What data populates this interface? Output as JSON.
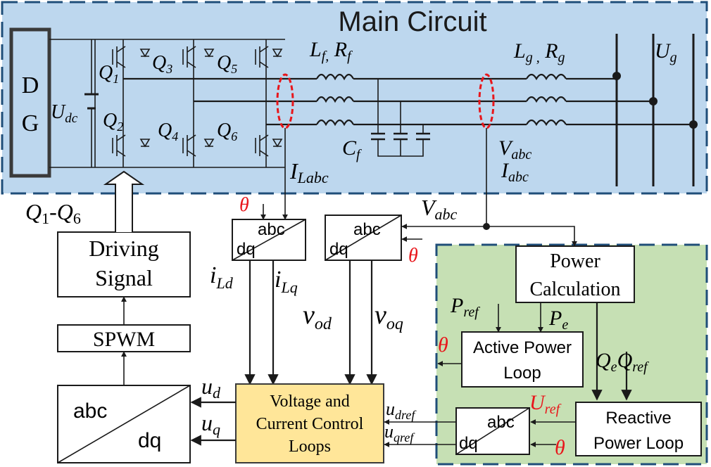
{
  "main_circuit": {
    "title": "Main Circuit",
    "dg_label_line1": "D",
    "dg_label_line2": "G",
    "udc": "U",
    "udc_sub": "dc",
    "q1": "Q",
    "q1_sub": "1",
    "q2": "Q",
    "q2_sub": "2",
    "q3": "Q",
    "q3_sub": "3",
    "q4": "Q",
    "q4_sub": "4",
    "q5": "Q",
    "q5_sub": "5",
    "q6": "Q",
    "q6_sub": "6",
    "lf": "L",
    "lf_sub": "f,",
    "rf": " R",
    "rf_sub": "f",
    "lg": "L",
    "lg_sub": "g ,",
    "rg": " R",
    "rg_sub": "g",
    "ug": "U",
    "ug_sub": "g",
    "cf": "C",
    "cf_sub": "f",
    "vabc": "V",
    "vabc_sub": "abc",
    "iabc": "I",
    "iabc_sub": "abc",
    "ilabc": "I",
    "ilabc_sub": "Labc"
  },
  "control": {
    "q1q6_a": "Q",
    "q1q6_a_sub": "1",
    "q1q6_dash": "-Q",
    "q1q6_b_sub": "6",
    "driving_line1": "Driving",
    "driving_line2": "Signal",
    "spwm": "SPWM",
    "inv_abc": "abc",
    "inv_dq": "dq",
    "tr1_abc": "abc",
    "tr1_dq": "dq",
    "tr2_abc": "abc",
    "tr2_dq": "dq",
    "tr3_abc": "abc",
    "tr3_dq": "dq",
    "theta": "θ",
    "vabc2": "V",
    "vabc2_sub": "abc",
    "ild": "i",
    "ild_sub": "Ld",
    "ilq": "i",
    "ilq_sub": "Lq",
    "vod": "v",
    "vod_sub": "od",
    "voq": "v",
    "voq_sub": "oq",
    "ud": "u",
    "ud_sub": "d",
    "uq": "u",
    "uq_sub": "q",
    "udref": "u",
    "udref_sub": "dref",
    "uqref": "u",
    "uqref_sub": "qref",
    "vccl_line1": "Voltage and",
    "vccl_line2": "Current Control",
    "vccl_line3": "Loops"
  },
  "power_block": {
    "pc_line1": "Power",
    "pc_line2": "Calculation",
    "pref": "P",
    "pref_sub": "ref",
    "pe": "P",
    "pe_sub": "e",
    "apl_line1": "Active Power",
    "apl_line2": "Loop",
    "qe": "Q",
    "qe_sub": "e",
    "qref": "Q",
    "qref_sub": "ref",
    "uref": "U",
    "uref_sub": "ref",
    "rpl_line1": "Reactive",
    "rpl_line2": "Power Loop"
  },
  "colors": {
    "main_bg": "#bdd7ee",
    "power_bg": "#c6e0b4",
    "vccl_bg": "#ffe699",
    "dash_border": "#1f4e79",
    "red_accent": "#e8161b",
    "wire": "#1a1a1a"
  }
}
